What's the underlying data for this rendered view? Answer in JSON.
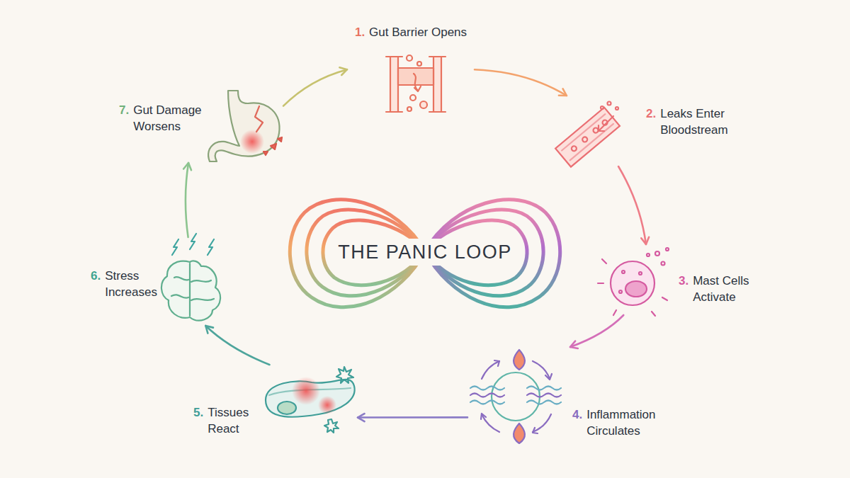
{
  "diagram": {
    "title": "THE PANIC LOOP",
    "nodes": [
      {
        "text": [
          "1.",
          "Gut Barrier Opens"
        ]
      },
      {
        "text": [
          "2.",
          "Leaks Enter Bloodstream"
        ]
      },
      {
        "text": [
          "3.",
          "Mast Cells Activate"
        ]
      },
      {
        "text": [
          "4.",
          "Inflammation Circulates"
        ]
      },
      {
        "text": [
          "5.",
          "Tissues React"
        ]
      },
      {
        "text": [
          "6.",
          "Stress Increases"
        ]
      },
      {
        "text": [
          "7.",
          "Gut Damage Worsens"
        ]
      }
    ],
    "edges": [
      {
        "from": 0,
        "to": 1,
        "arrow": "to"
      },
      {
        "from": 1,
        "to": 2,
        "arrow": "to"
      },
      {
        "from": 2,
        "to": 3,
        "arrow": "to"
      },
      {
        "from": 3,
        "to": 4,
        "arrow": "to"
      },
      {
        "from": 4,
        "to": 5,
        "arrow": "to"
      },
      {
        "from": 5,
        "to": 6,
        "arrow": "to"
      },
      {
        "from": 6,
        "to": 0,
        "arrow": "to"
      }
    ]
  }
}
